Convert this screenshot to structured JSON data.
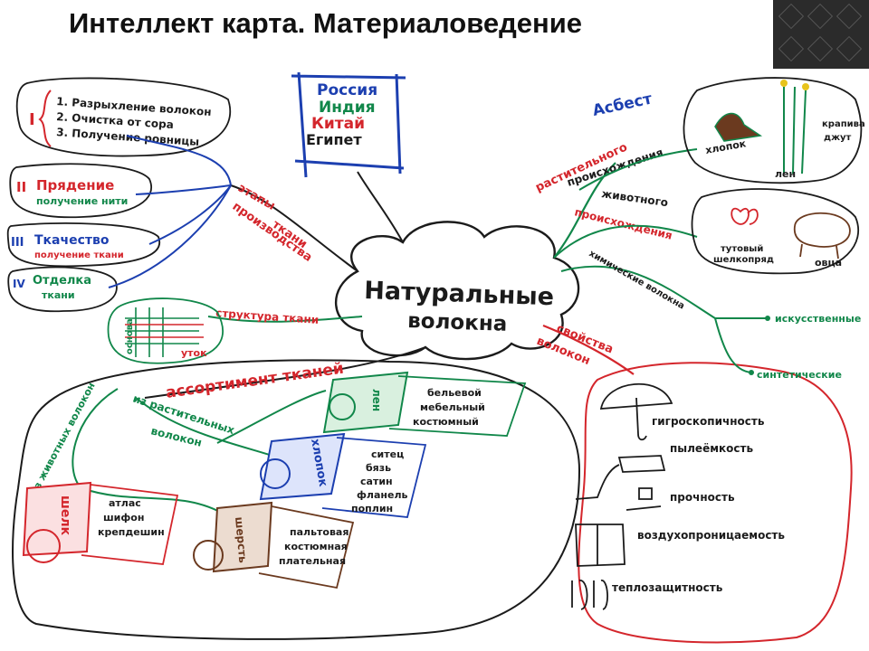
{
  "title": "Интеллект карта. Материаловедение",
  "center": {
    "line1": "Натуральные",
    "line2": "волокна"
  },
  "countries": [
    "Россия",
    "Индия",
    "Китай",
    "Египет"
  ],
  "stages": {
    "branch": [
      "этапы",
      "производства",
      "ткани"
    ],
    "s1": {
      "numeral": "I",
      "items": [
        "1. Разрыхление волокон",
        "2. Очистка от сора",
        "3. Получение ровницы"
      ]
    },
    "s2": {
      "numeral": "II",
      "name": "Прядение",
      "sub": "получение нити"
    },
    "s3": {
      "numeral": "III",
      "name": "Ткачество",
      "sub": "получение ткани"
    },
    "s4": {
      "numeral": "IV",
      "name": "Отделка",
      "sub": "ткани"
    }
  },
  "structure": {
    "label": "структура ткани",
    "warp": "основа",
    "weft": "уток"
  },
  "origin": {
    "asbestos": "Асбест",
    "plant": [
      "растительного",
      "происхождения"
    ],
    "animal": [
      "животного",
      "происхождения"
    ],
    "chemical": "химические волокна",
    "plants": {
      "cotton": "хлопок",
      "flax": "лен",
      "nettle": [
        "крапива",
        "джут"
      ]
    },
    "animals": {
      "silkworm": [
        "тутовый",
        "шелкопряд"
      ],
      "sheep": "овца"
    },
    "artificial": "искусственные",
    "synthetic": "синтетические"
  },
  "assortment": {
    "label": "ассортимент тканей",
    "plant_label": [
      "из растительных",
      "волокон"
    ],
    "animal_label": "из животных волокон",
    "linen": {
      "name": "лен",
      "items": [
        "бельевой",
        "мебельный",
        "костюмный"
      ]
    },
    "cotton": {
      "name": "хлопок",
      "items": [
        "ситец",
        "бязь",
        "сатин",
        "фланель",
        "поплин"
      ]
    },
    "silk": {
      "name": "шелк",
      "items": [
        "атлас",
        "шифон",
        "крепдешин"
      ]
    },
    "wool": {
      "name": "шерсть",
      "items": [
        "пальтовая",
        "костюмная",
        "плательная"
      ]
    }
  },
  "properties": {
    "label": [
      "свойства",
      "волокон"
    ],
    "items": [
      "гигроскопичность",
      "пылеёмкость",
      "прочность",
      "воздухопроницаемость",
      "теплозащитность"
    ]
  },
  "colors": {
    "red": "#d4262c",
    "green": "#11874a",
    "blue": "#1c3fb0",
    "brown": "#6b3a1f",
    "ink": "#1b1b1b"
  }
}
